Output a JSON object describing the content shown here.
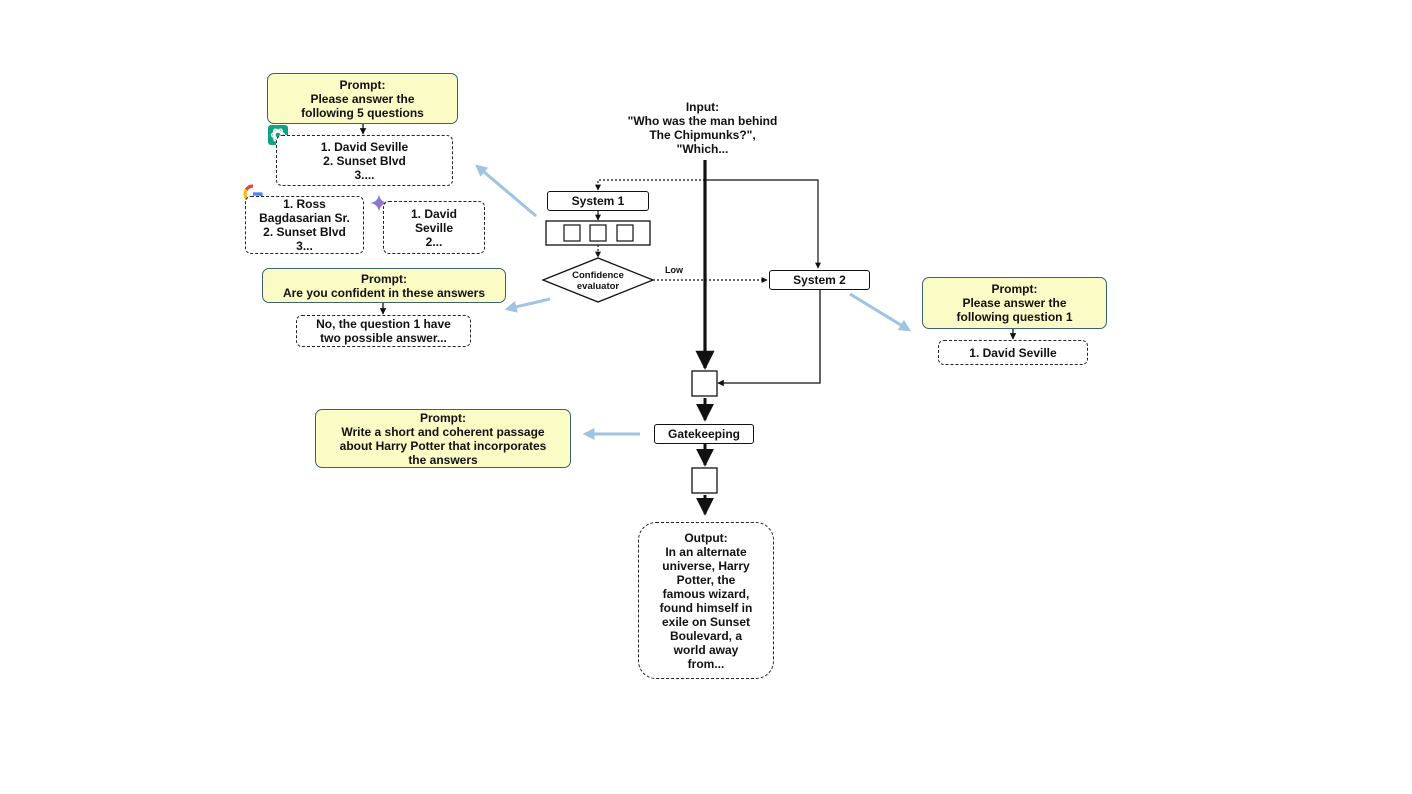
{
  "input": {
    "lines": [
      "Input:",
      "\"Who was the man behind",
      "The Chipmunks?\",",
      "\"Which..."
    ]
  },
  "system1": {
    "label": "System 1"
  },
  "system2": {
    "label": "System 2"
  },
  "confidence": {
    "lines": [
      "Confidence",
      "evaluator"
    ]
  },
  "low_label": "Low",
  "gatekeeping": {
    "label": "Gatekeeping"
  },
  "output": {
    "lines": [
      "Output:",
      "In an alternate",
      "universe, Harry",
      "Potter, the",
      "famous wizard,",
      "found himself in",
      "exile on Sunset",
      "Boulevard, a",
      "world away",
      "from..."
    ]
  },
  "prompt_five": {
    "lines": [
      "Prompt:",
      "Please answer the",
      "following 5 questions"
    ]
  },
  "answer_chatgpt": {
    "lines": [
      "1. David Seville",
      "2. Sunset Blvd",
      "3...."
    ]
  },
  "answer_google": {
    "lines": [
      "1. Ross",
      "Bagdasarian Sr.",
      "2. Sunset Blvd",
      "3..."
    ]
  },
  "answer_gemini": {
    "lines": [
      "1. David",
      "Seville",
      "2..."
    ]
  },
  "prompt_confident": {
    "lines": [
      "Prompt:",
      "Are you confident in these answers"
    ]
  },
  "answer_confident": {
    "lines": [
      "No, the question 1 have",
      "two possible answer..."
    ]
  },
  "prompt_passage": {
    "lines": [
      "Prompt:",
      "Write a short and coherent passage",
      "about Harry Potter that incorporates",
      "the answers"
    ]
  },
  "prompt_one": {
    "lines": [
      "Prompt:",
      "Please answer the",
      "following question 1"
    ]
  },
  "answer_one": {
    "lines": [
      "1. David Seville"
    ]
  },
  "icons": {
    "chatgpt": "chatgpt-logo-icon",
    "google": "google-logo-icon",
    "gemini": "gemini-sparkle-icon"
  },
  "colors": {
    "prompt_fill": "#fbfbc5",
    "prompt_border": "#3d5f78",
    "pointer_arrow": "#9ec3e3",
    "chatgpt_green": "#10a37f"
  }
}
